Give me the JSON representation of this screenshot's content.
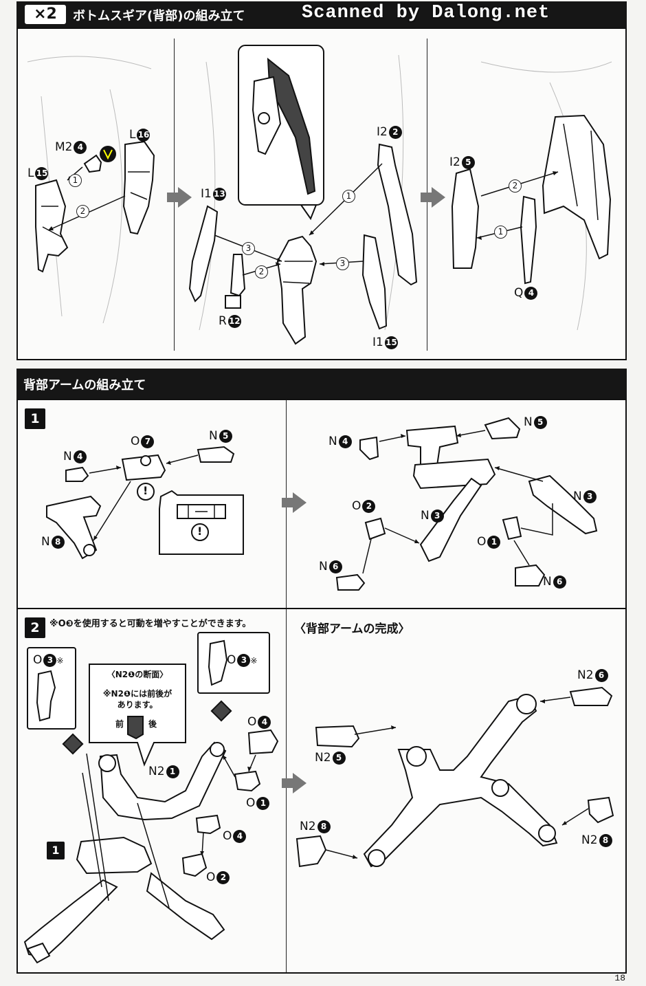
{
  "sec1": {
    "qty": "×2",
    "title": "ボトムスギア(背部)の組み立て",
    "watermark": "Scanned by Dalong.net"
  },
  "sec1_labels": {
    "m2": "M2",
    "m2n": "4",
    "l16": "L",
    "l16n": "16",
    "l15": "L",
    "l15n": "15",
    "i1a": "I1",
    "i1an": "13",
    "r12": "R",
    "r12n": "12",
    "i2a": "I2",
    "i2an": "2",
    "i1b": "I1",
    "i1bn": "15",
    "i2b": "I2",
    "i2bn": "5",
    "q4": "Q",
    "q4n": "4"
  },
  "steps": [
    "1",
    "2",
    "3"
  ],
  "sec2": {
    "title": "背部アームの組み立て",
    "step1": "1",
    "step2": "2",
    "step2_note": "※O❸を使用すると可動を増やすことができます。",
    "done": "〈背部アームの完成〉",
    "callout_title": "〈N2❶の断面〉",
    "callout_l1": "※N2❶には前後が",
    "callout_l2": "あります。",
    "front": "前",
    "back": "後",
    "caution": "!"
  },
  "sec2_labels": {
    "n4a": "N",
    "n4an": "4",
    "o7": "O",
    "o7n": "7",
    "n5a": "N",
    "n5an": "5",
    "n8": "N",
    "n8n": "8",
    "n4b": "N",
    "n4bn": "4",
    "n5b": "N",
    "n5bn": "5",
    "o2a": "O",
    "o2an": "2",
    "n3a": "N",
    "n3an": "3",
    "n3b": "N",
    "n3bn": "3",
    "o1a": "O",
    "o1an": "1",
    "n6a": "N",
    "n6an": "6",
    "n6b": "N",
    "n6bn": "6",
    "o3a": "O",
    "o3an": "3",
    "o3a_mark": "※",
    "o3b": "O",
    "o3bn": "3",
    "o3b_mark": "※",
    "o4a": "O",
    "o4an": "4",
    "n21": "N2",
    "n21n": "1",
    "o1b": "O",
    "o1bn": "1",
    "o4b": "O",
    "o4bn": "4",
    "o2b": "O",
    "o2bn": "2",
    "n26": "N2",
    "n26n": "6",
    "n25": "N2",
    "n25n": "5",
    "n28a": "N2",
    "n28an": "8",
    "n28b": "N2",
    "n28bn": "8",
    "sub1": "1"
  },
  "page_number": "18"
}
